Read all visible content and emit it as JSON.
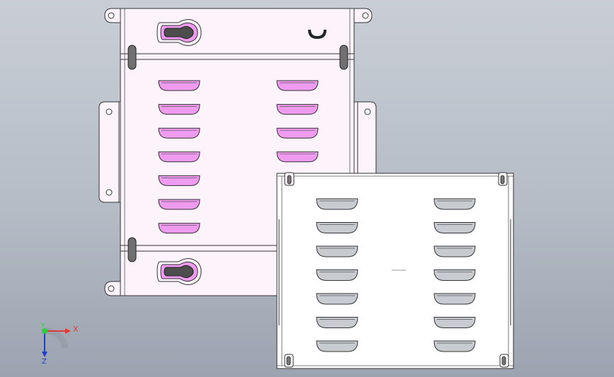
{
  "viewport": {
    "background_top": "#c9ced6",
    "background_bottom": "#9aa3af"
  },
  "parts": {
    "back_plate": {
      "face_color": "#fdf3fb",
      "vent_color": "#ef9bef",
      "slot_color": "#ef9bef"
    },
    "front_plate": {
      "face_color": "#ffffff",
      "vent_color": "#c8ccd0"
    },
    "edge_color": "#333333"
  },
  "triad": {
    "x_label": "X",
    "y_label": "Y",
    "z_label": "Z",
    "x_color": "#e53935",
    "y_color": "#2ecc40",
    "z_color": "#1e40c8"
  }
}
